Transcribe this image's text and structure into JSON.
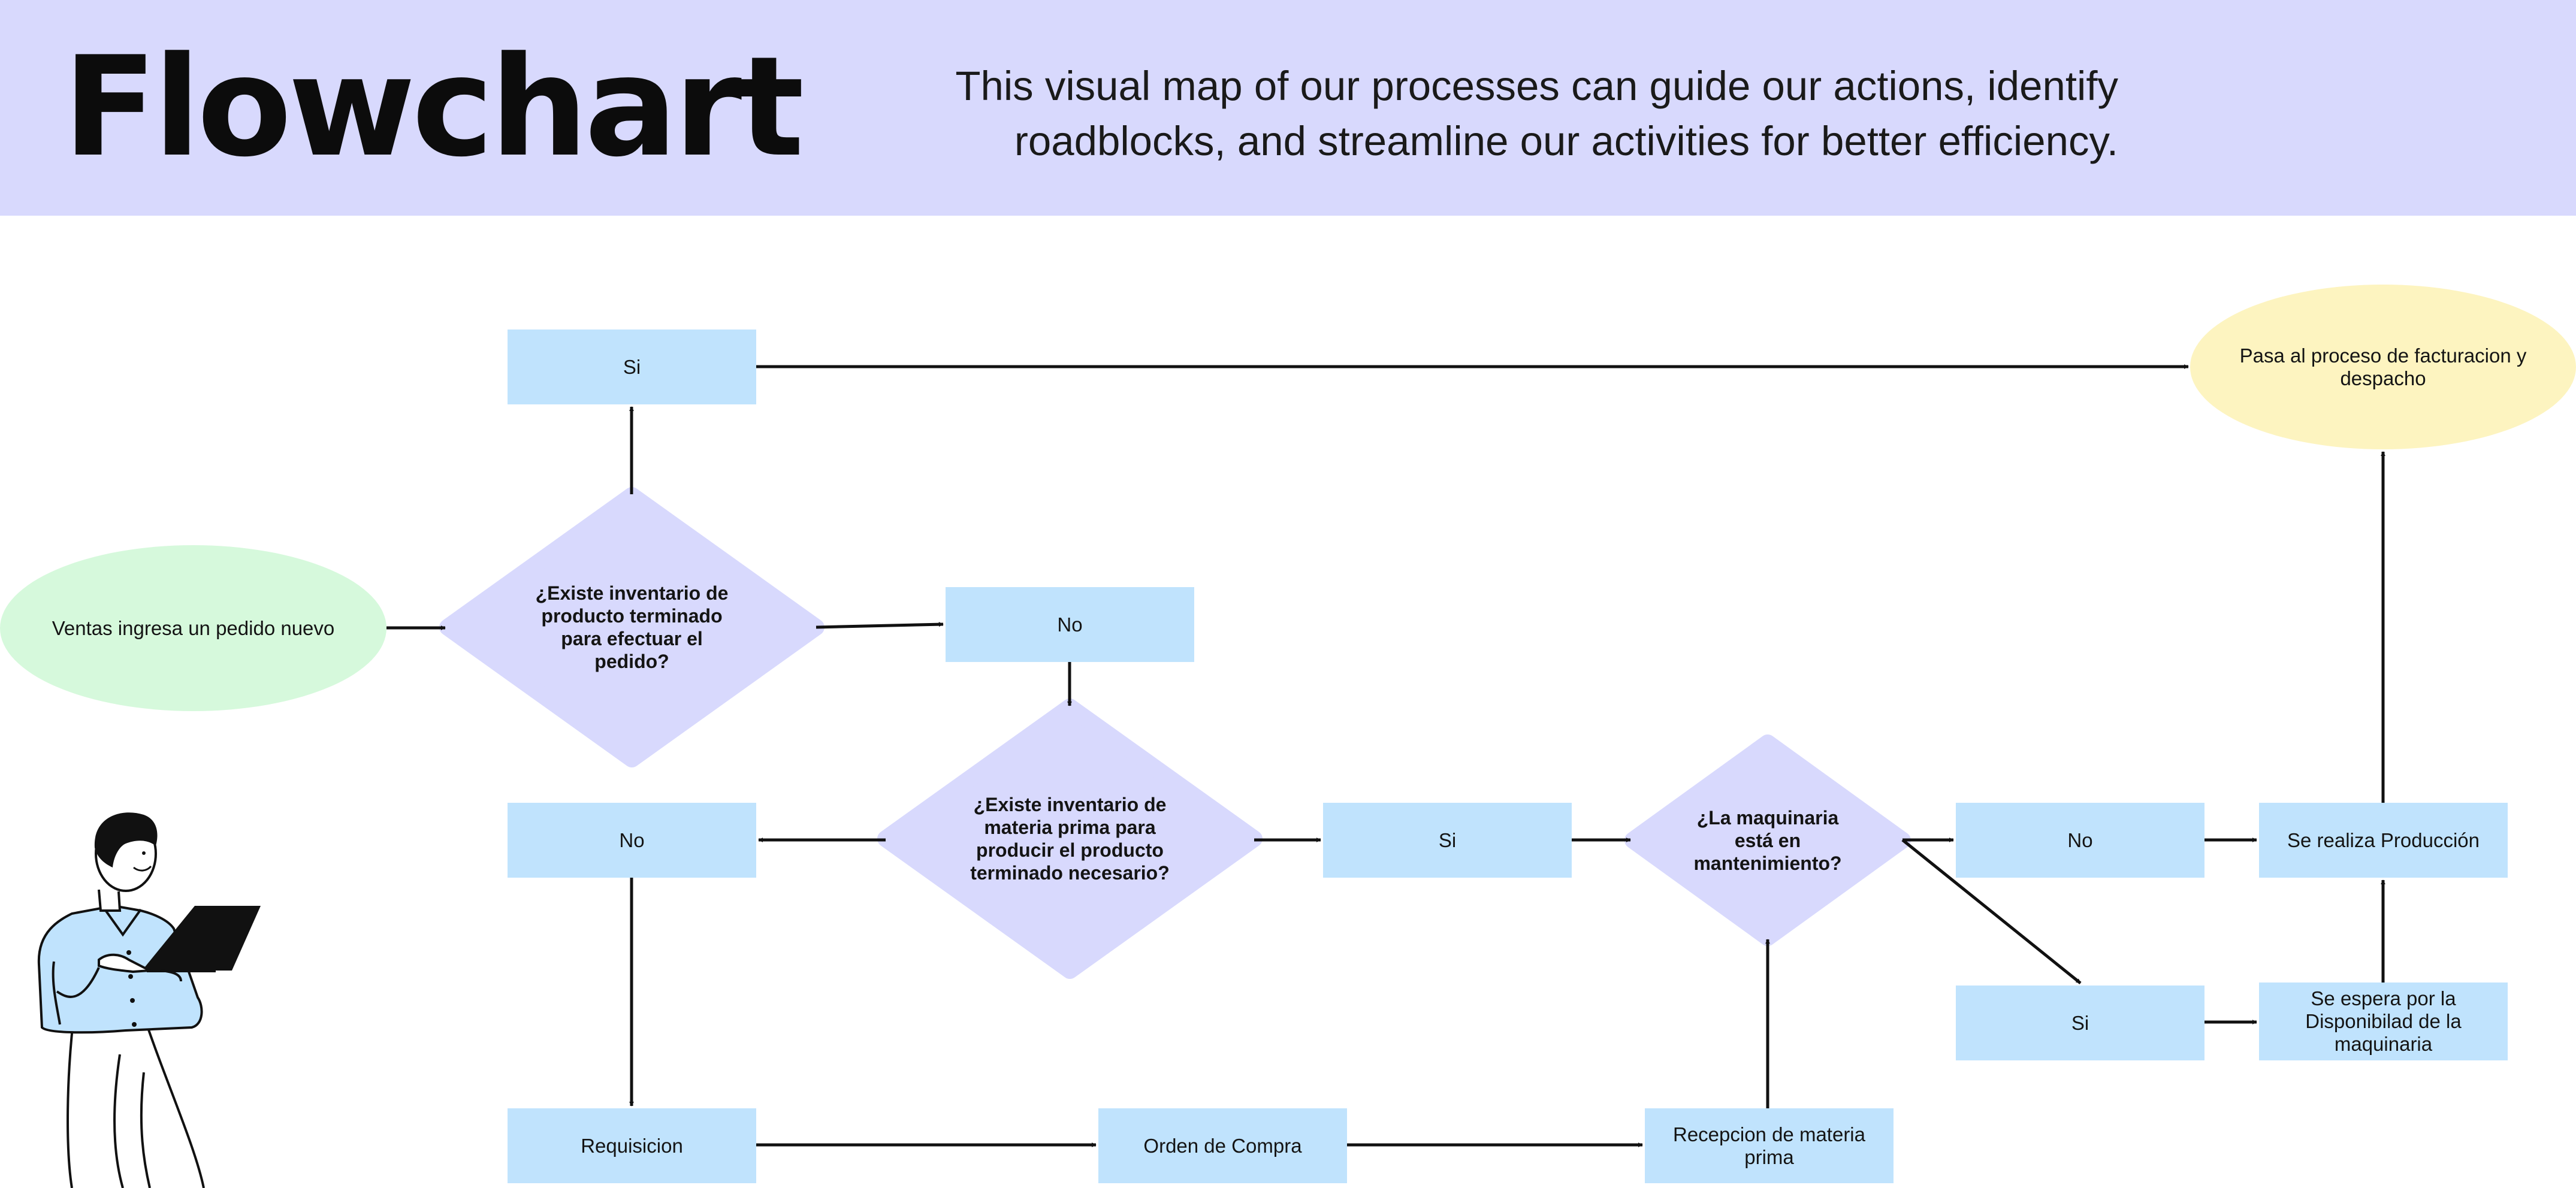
{
  "header": {
    "title": "Flowchart",
    "subtitle": "This visual map of our processes can guide our actions, identify roadblocks, and streamline our activities for better efficiency."
  },
  "colors": {
    "header_bg": "#d8d9fd",
    "process": "#c0e3fd",
    "decision": "#d8d9fd",
    "start": "#d6f9dc",
    "end": "#fdf4c0",
    "line": "#111111"
  },
  "nodes": {
    "start": "Ventas ingresa un pedido nuevo",
    "decision_finished_goods": "¿Existe inventario de producto terminado para efectuar el pedido?",
    "si_top": "Si",
    "no_top": "No",
    "decision_raw_material": "¿Existe inventario de materia prima para producir el producto terminado necesario?",
    "no_left": "No",
    "si_mid": "Si",
    "decision_maintenance": "¿La maquinaria está en mantenimiento?",
    "no_right": "No",
    "si_right": "Si",
    "production": "Se realiza Producción",
    "wait_machine": "Se espera por la Disponibilad de la maquinaria",
    "end": "Pasa al proceso de facturacion y despacho",
    "requisition": "Requisicion",
    "purchase_order": "Orden de Compra",
    "receive_material": "Recepcion de materia prima"
  },
  "icons": {
    "illustration": "person-with-laptop-icon"
  }
}
